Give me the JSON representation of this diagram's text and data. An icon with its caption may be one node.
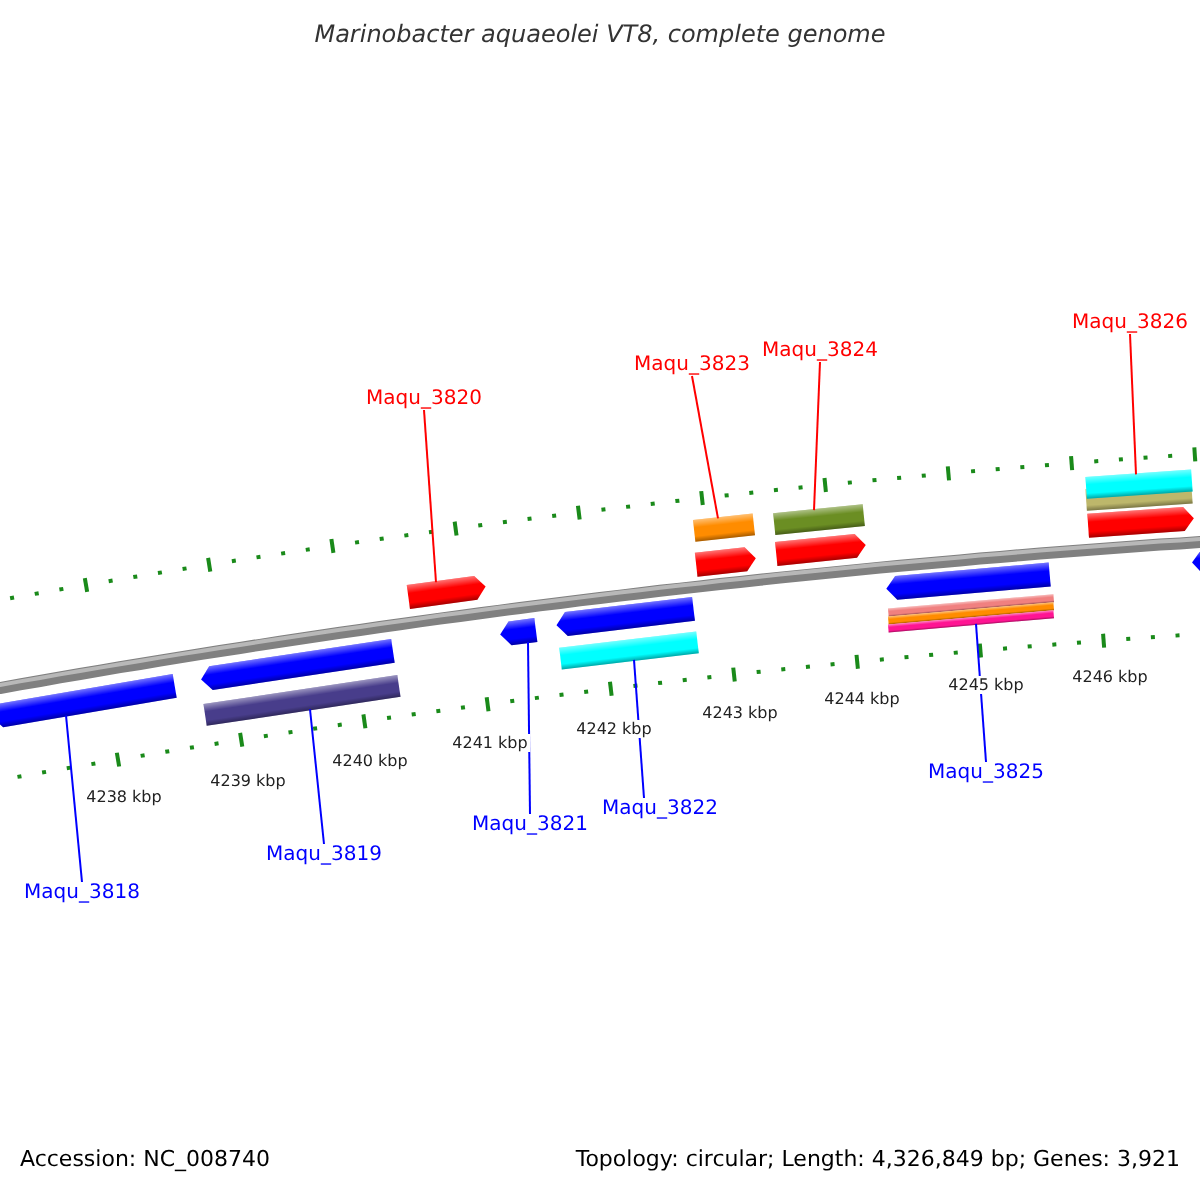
{
  "diagram": {
    "title": "Marinobacter aquaeolei VT8, complete genome",
    "nodes": [
      {
        "text": [
          "Maqu_3820"
        ]
      },
      {
        "text": [
          "Maqu_3823"
        ]
      },
      {
        "text": [
          "Maqu_3824"
        ]
      },
      {
        "text": [
          "Maqu_3826"
        ]
      },
      {
        "text": [
          "Maqu_3818"
        ]
      },
      {
        "text": [
          "Maqu_3819"
        ]
      },
      {
        "text": [
          "Maqu_3821"
        ]
      },
      {
        "text": [
          "Maqu_3822"
        ]
      },
      {
        "text": [
          "Maqu_3825"
        ]
      },
      {
        "text": [],
        "shape": "pentagon"
      },
      {
        "text": [],
        "shape": "pentagon"
      },
      {
        "text": [],
        "shape": "box"
      },
      {
        "text": [],
        "shape": "pentagon"
      },
      {
        "text": [],
        "shape": "pentagon"
      },
      {
        "text": [],
        "shape": "pentagon"
      },
      {
        "text": [],
        "shape": "box"
      },
      {
        "text": [],
        "shape": "box"
      },
      {
        "text": [],
        "shape": "pentagon"
      },
      {
        "text": [],
        "shape": "box"
      },
      {
        "text": [],
        "shape": "pentagon"
      },
      {
        "text": [],
        "shape": "pentagon"
      },
      {
        "text": [],
        "shape": "box"
      },
      {
        "text": [],
        "shape": "box"
      },
      {
        "text": [],
        "shape": "box"
      },
      {
        "text": [],
        "shape": "box"
      },
      {
        "text": [],
        "shape": "box"
      },
      {
        "text": [],
        "shape": "pentagon"
      },
      {
        "text": [],
        "shape": "pentagon"
      }
    ],
    "edges": [
      {
        "from": 0,
        "to": 12,
        "arrow": "none",
        "color": "#ff0000"
      },
      {
        "from": 1,
        "to": 16,
        "arrow": "none",
        "color": "#ff0000"
      },
      {
        "from": 2,
        "to": 18,
        "arrow": "none",
        "color": "#ff0000"
      },
      {
        "from": 3,
        "to": 24,
        "arrow": "none",
        "color": "#ff0000"
      },
      {
        "from": 4,
        "to": 9,
        "arrow": "none"
      },
      {
        "from": 5,
        "to": 11,
        "arrow": "none"
      },
      {
        "from": 6,
        "to": 13,
        "arrow": "none"
      },
      {
        "from": 7,
        "to": 15,
        "arrow": "none"
      },
      {
        "from": 8,
        "to": 23,
        "arrow": "none"
      }
    ],
    "labels": [
      "4238 kbp",
      "4239 kbp",
      "4240 kbp",
      "4241 kbp",
      "4242 kbp",
      "4243 kbp",
      "4244 kbp",
      "4245 kbp",
      "4246 kbp",
      "Accession: NC_008740",
      "Topology: circular; Length: 4,326,849 bp; Genes: 3,921"
    ]
  }
}
